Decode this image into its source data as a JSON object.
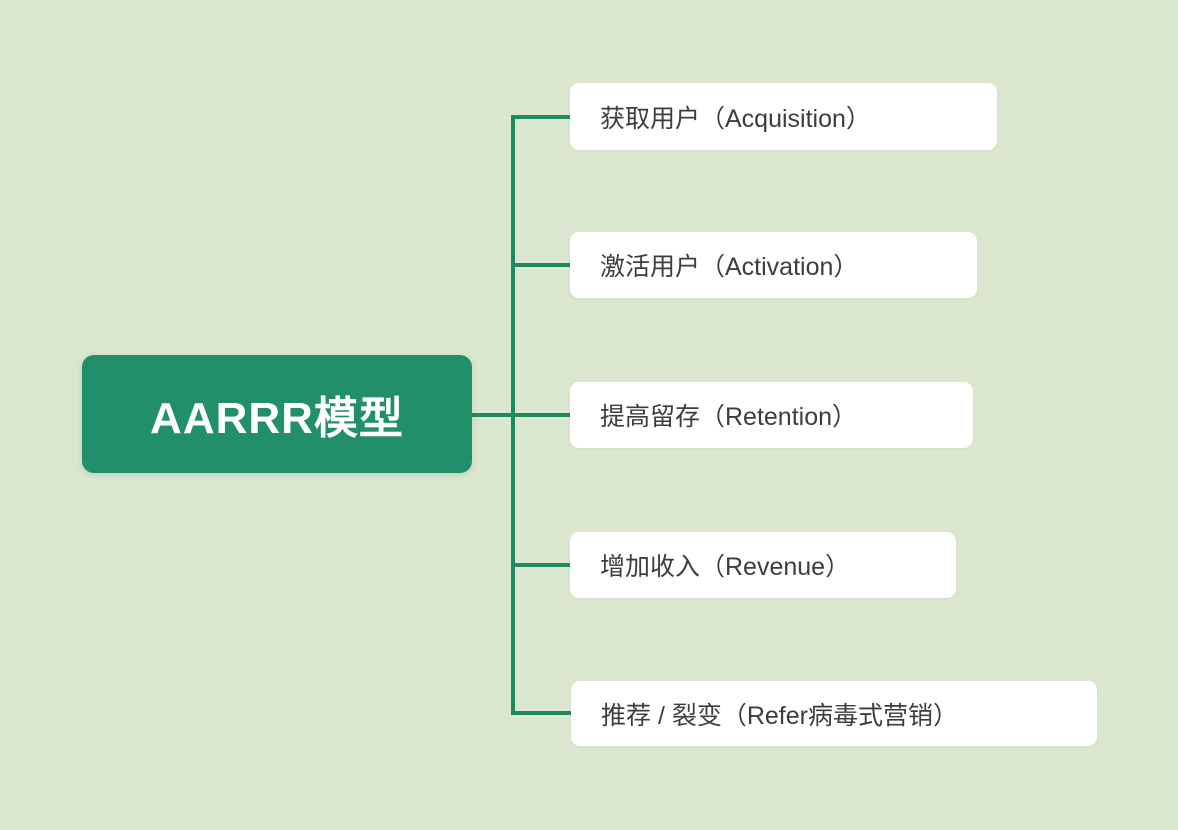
{
  "diagram": {
    "type": "mindmap",
    "central": {
      "label": "AARRR模型"
    },
    "branches": [
      {
        "id": "acquisition",
        "label": "获取用户（Acquisition）"
      },
      {
        "id": "activation",
        "label": "激活用户（Activation）"
      },
      {
        "id": "retention",
        "label": "提高留存（Retention）"
      },
      {
        "id": "revenue",
        "label": "增加收入（Revenue）"
      },
      {
        "id": "referral",
        "label": "推荐 / 裂变（Refer病毒式营销）"
      }
    ]
  },
  "colors": {
    "background": "#dbe8cf",
    "node-green": "#21906a",
    "connector-green": "#1d8a62",
    "branch-bg": "#ffffff",
    "branch-text": "#3d3d3d",
    "central-text": "#ffffff"
  }
}
